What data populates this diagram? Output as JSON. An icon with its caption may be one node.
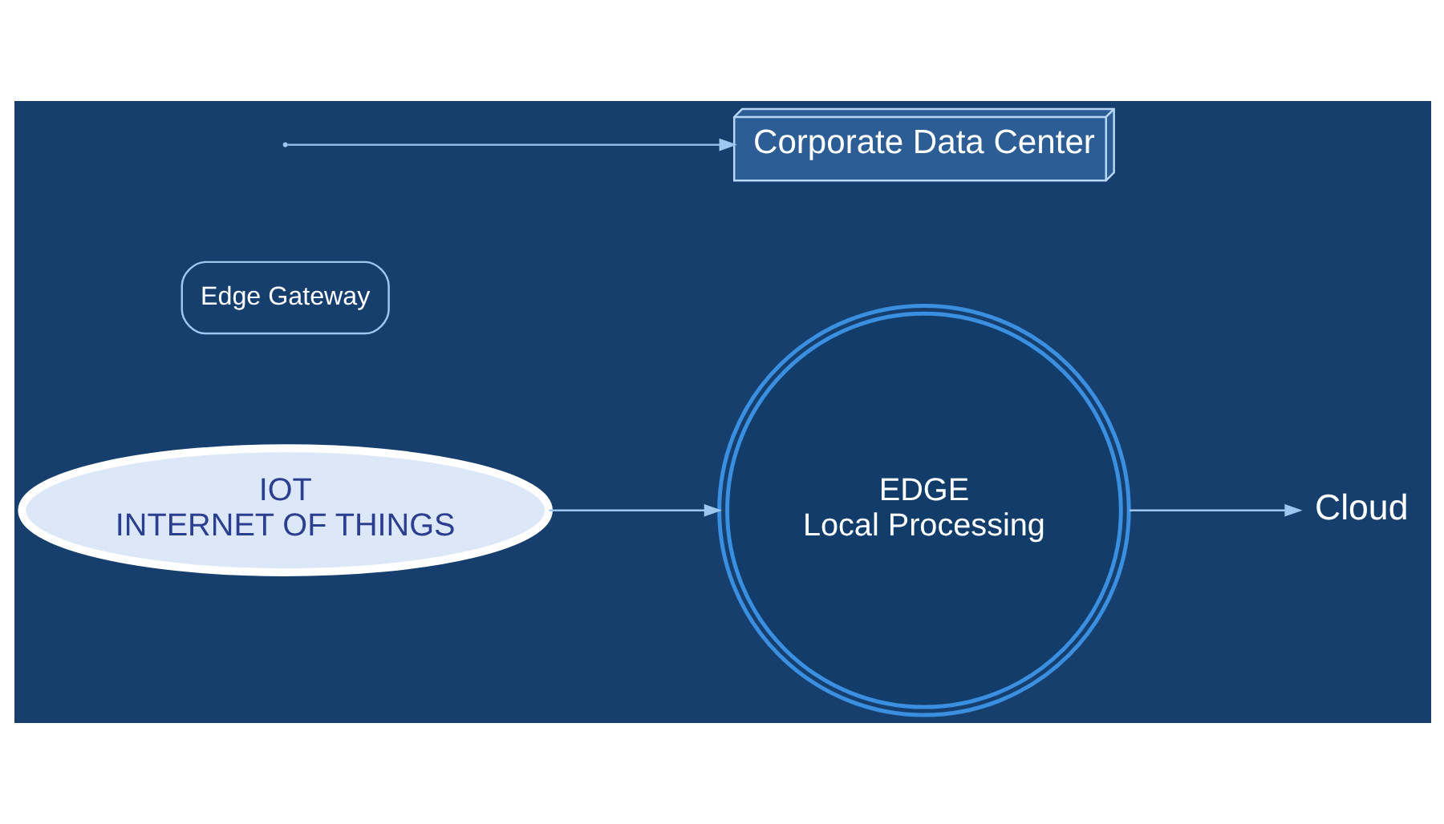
{
  "diagram": {
    "nodes": [
      {
        "text": [
          "Cloud"
        ]
      },
      {
        "text": [
          "IOT",
          "INTERNET OF THINGS"
        ]
      },
      {
        "text": [
          "EDGE",
          "Local Processing"
        ]
      },
      {
        "text": [
          "Edge Gateway"
        ]
      },
      {
        "text": [
          "Corporate Data Center"
        ]
      }
    ],
    "edges": [
      {
        "from": 1,
        "to": 2,
        "arrow": "to"
      },
      {
        "from": 2,
        "to": 0,
        "arrow": "to"
      },
      {
        "from": null,
        "to": 4,
        "arrow": "to"
      }
    ]
  }
}
